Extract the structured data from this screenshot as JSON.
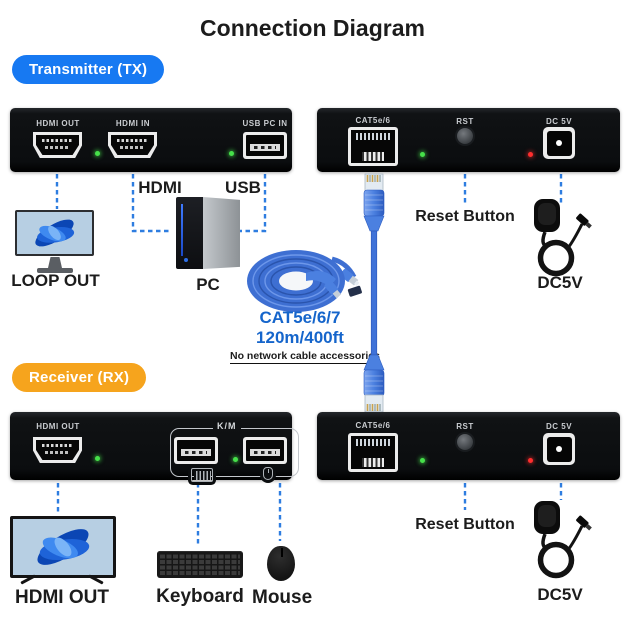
{
  "title": "Connection Diagram",
  "colors": {
    "tx_badge": "#1779f2",
    "rx_badge": "#f6a41d",
    "dash_blue": "#2e7de0",
    "cable_blue": "#3e6fd2",
    "cable_text_blue": "#1565cb",
    "led_green": "#46e04a",
    "led_red": "#ff2e2e",
    "device_black": "#0c0e10"
  },
  "tx": {
    "badge": "Transmitter (TX)",
    "unit_ports": {
      "hdmi_out": "HDMI OUT",
      "hdmi_in": "HDMI IN",
      "usb_pc_in": "USB PC IN"
    },
    "extender_ports": {
      "cat": "CAT5e/6",
      "rst": "RST",
      "dc": "DC 5V"
    },
    "labels": {
      "hdmi": "HDMI",
      "usb": "USB",
      "loop_out": "LOOP OUT",
      "pc": "PC",
      "reset": "Reset Button",
      "dc5v": "DC5V"
    }
  },
  "cable": {
    "type": "CAT5e/6/7",
    "length": "120m/400ft",
    "note": "No network cable accessories"
  },
  "rx": {
    "badge": "Receiver (RX)",
    "unit_ports": {
      "hdmi_out": "HDMI OUT",
      "km": "K/M"
    },
    "extender_ports": {
      "cat": "CAT5e/6",
      "rst": "RST",
      "dc": "DC 5V"
    },
    "labels": {
      "hdmi_out": "HDMI OUT",
      "keyboard": "Keyboard",
      "mouse": "Mouse",
      "reset": "Reset Button",
      "dc5v": "DC5V"
    }
  }
}
